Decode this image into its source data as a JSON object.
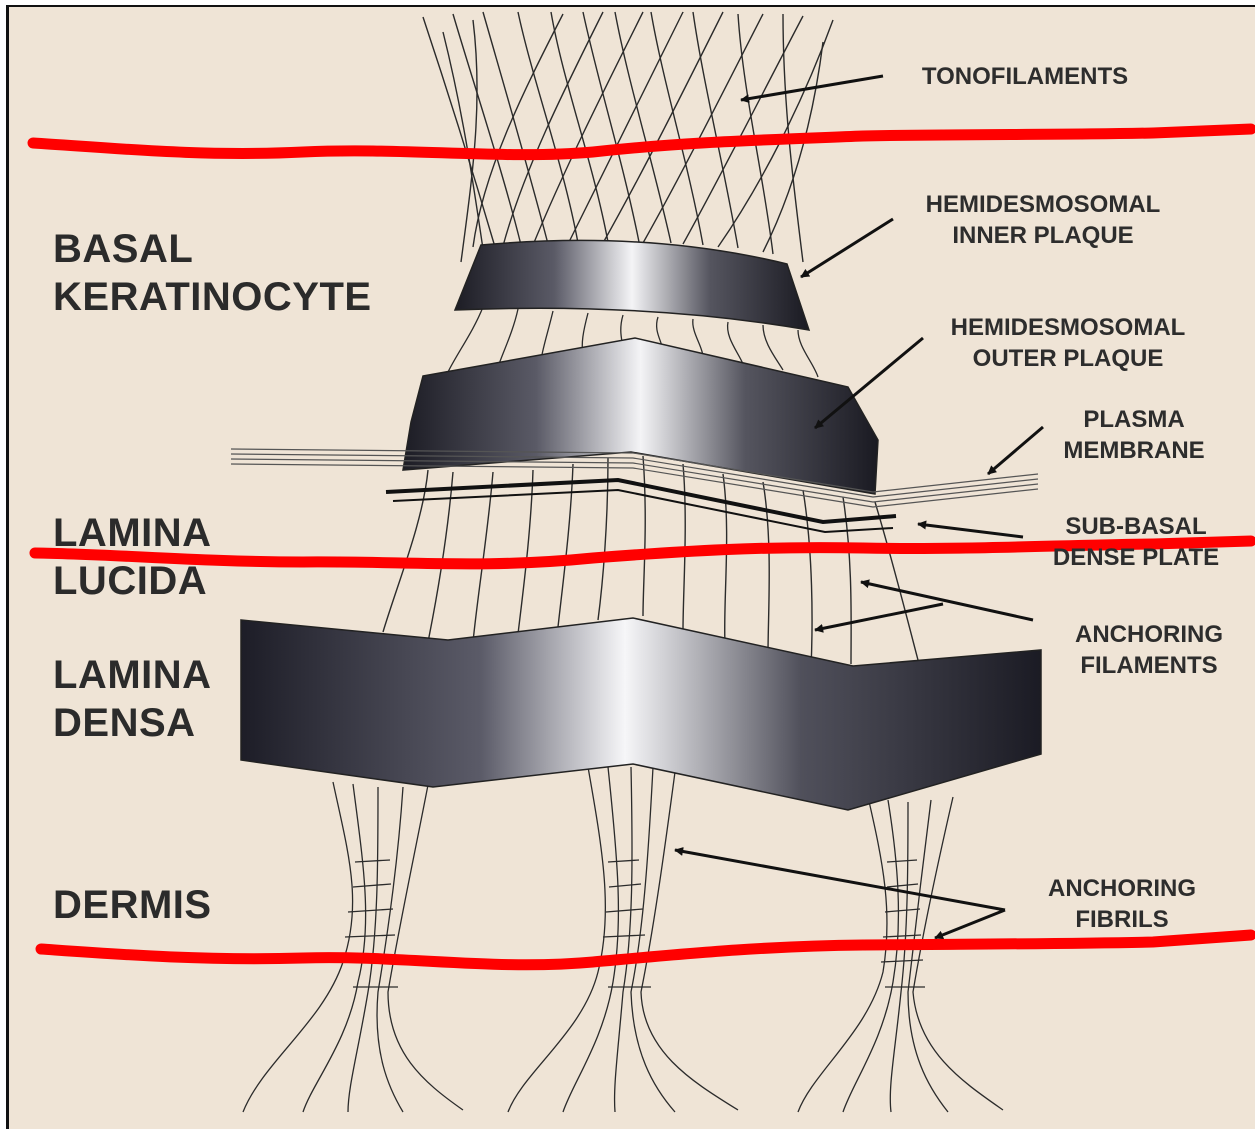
{
  "layers": {
    "basal_keratinocyte": "BASAL\nKERATINOCYTE",
    "lamina_lucida": "LAMINA\nLUCIDA",
    "lamina_densa": "LAMINA\nDENSA",
    "dermis": "DERMIS"
  },
  "callouts": {
    "tonofilaments": "TONOFILAMENTS",
    "inner_plaque": "HEMIDESMOSOMAL\nINNER PLAQUE",
    "outer_plaque": "HEMIDESMOSOMAL\nOUTER PLAQUE",
    "plasma_membrane": "PLASMA\nMEMBRANE",
    "sub_basal_dense_plate": "SUB-BASAL\nDENSE PLATE",
    "anchoring_filaments": "ANCHORING\nFILAMENTS",
    "anchoring_fibrils": "ANCHORING\nFIBRILS"
  },
  "colors": {
    "background": "#efe4d6",
    "annotation_line": "#ff0000",
    "text": "#2d2d2d"
  }
}
